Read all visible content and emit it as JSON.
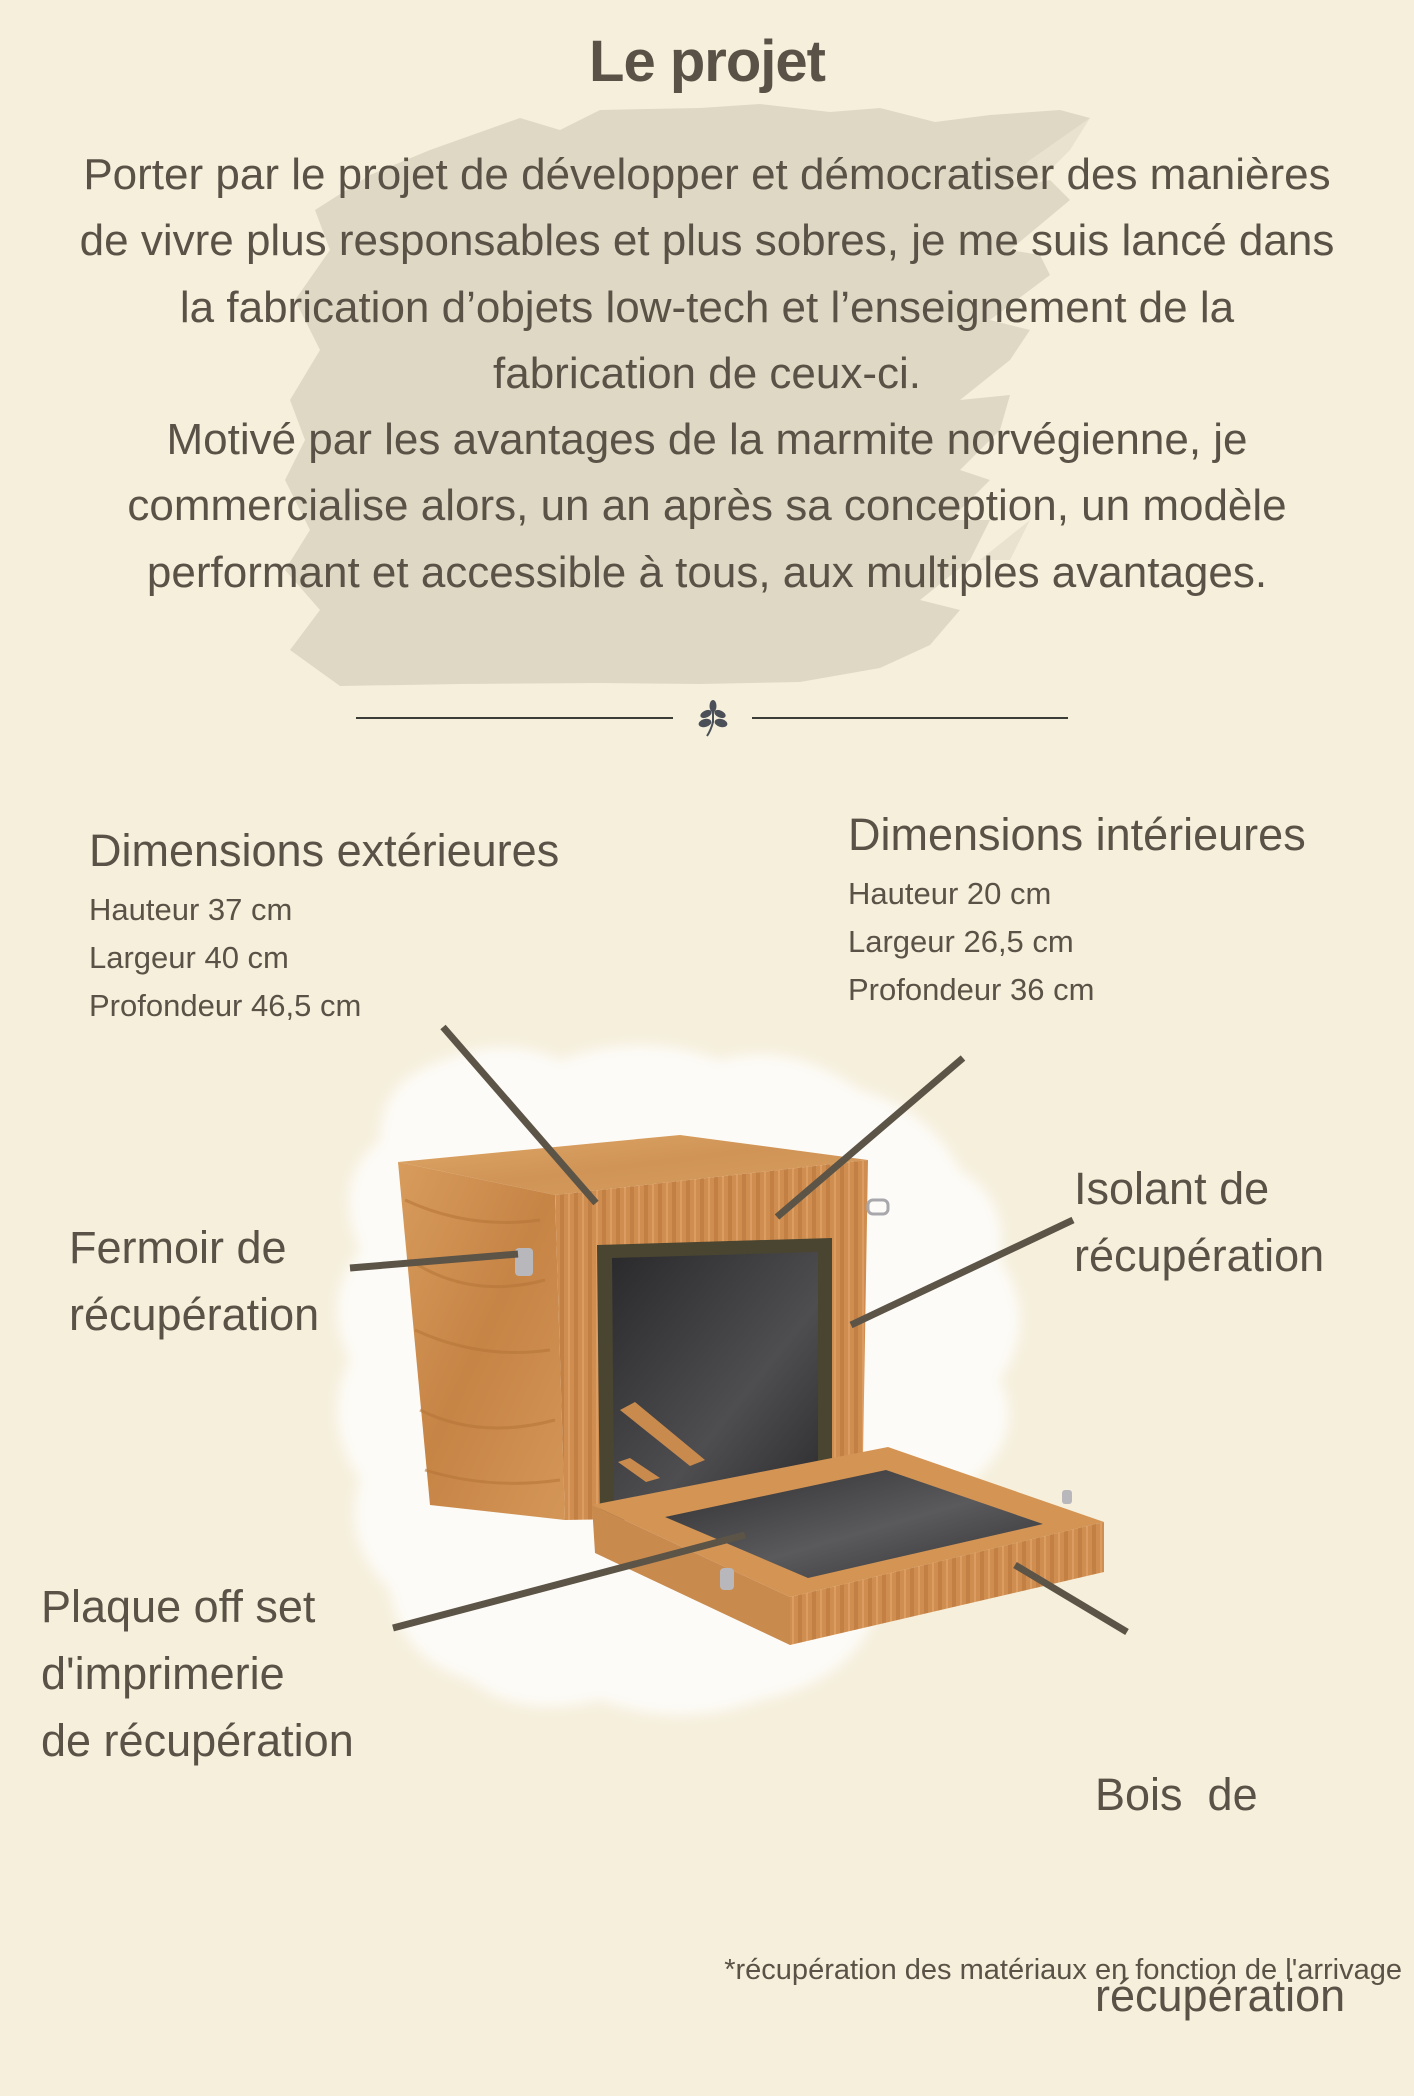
{
  "page": {
    "title": "Le projet",
    "intro_lines": [
      "Porter par le projet de développer et démocratiser des manières",
      "de vivre plus responsables et plus sobres, je me suis lancé dans",
      "la fabrication d’objets low-tech et l’enseignement de la",
      "fabrication de ceux-ci.",
      "Motivé par les avantages de la marmite norvégienne, je",
      "commercialise alors, un an après sa conception, un modèle",
      "performant et accessible à tous, aux multiples avantages."
    ],
    "divider_icon": "leaf-sprig-icon"
  },
  "dimensions": {
    "exterior": {
      "title": "Dimensions extérieures",
      "items": [
        "Hauteur 37 cm",
        "Largeur 40 cm",
        "Profondeur 46,5 cm"
      ]
    },
    "interior": {
      "title": "Dimensions intérieures",
      "items": [
        "Hauteur 20 cm",
        "Largeur 26,5 cm",
        "Profondeur 36 cm"
      ]
    }
  },
  "callouts": {
    "fermoir": [
      "Fermoir de",
      "récupération"
    ],
    "isolant": [
      "Isolant de",
      "récupération"
    ],
    "plaque": [
      "Plaque off set",
      "d'imprimerie",
      "de récupération"
    ],
    "bois": [
      "Bois  de",
      "récupération"
    ]
  },
  "footnote": "*récupération des matériaux en fonction de l'arrivage",
  "colors": {
    "background": "#f5efdc",
    "text": "#5a5246",
    "brush": "#dfd8c4",
    "leader_line": "#5c5447",
    "wood": "#c98a4e",
    "metal_plate": "#3a3a3c",
    "insulation": "#4a4530"
  }
}
